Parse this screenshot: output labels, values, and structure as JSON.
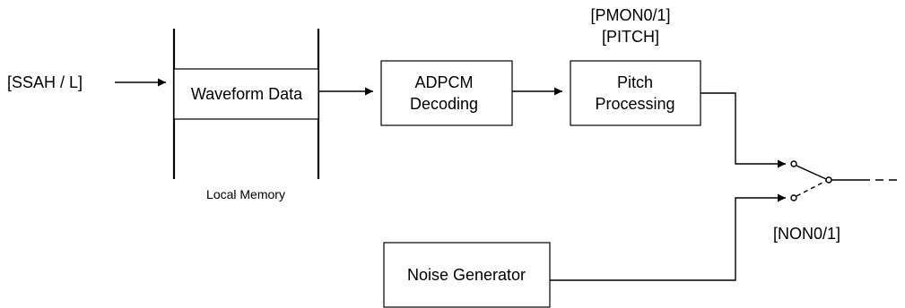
{
  "input_label": "[SSAH / L]",
  "memory": {
    "box_label": "Waveform Data",
    "caption": "Local Memory"
  },
  "adpcm": {
    "line1": "ADPCM",
    "line2": "Decoding"
  },
  "pitch": {
    "reg1": "[PMON0/1]",
    "reg2": "[PITCH]",
    "line1": "Pitch",
    "line2": "Processing"
  },
  "noise": {
    "label": "Noise Generator"
  },
  "switch": {
    "label": "[NON0/1]"
  }
}
